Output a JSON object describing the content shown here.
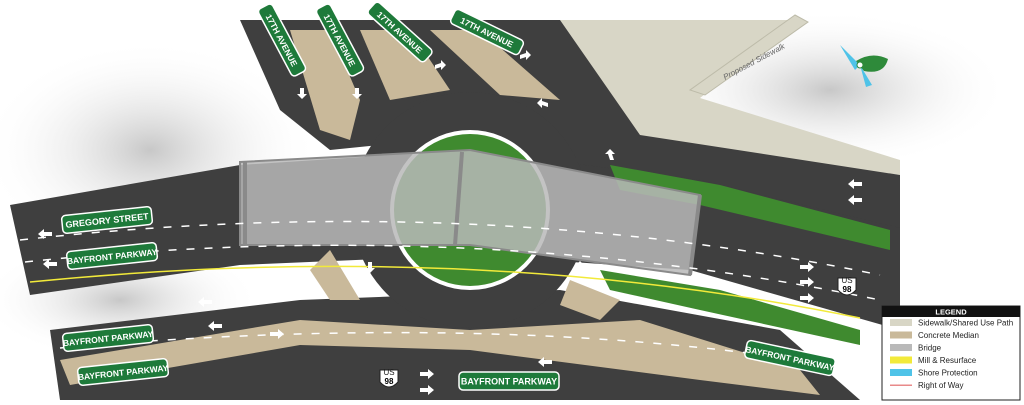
{
  "colors": {
    "road": "#3f3f3f",
    "median": "#c9b99a",
    "grass": "#3f8a2f",
    "bridge": "#b9b9b9",
    "sidewalk": "#d8d6c6",
    "sign": "#1e7a3a",
    "mill": "#f2ea3a",
    "shore": "#4fc3e8",
    "row": "#e88a8a"
  },
  "street_signs": {
    "ave1": "17TH AVENUE",
    "ave2": "17TH AVENUE",
    "ave3": "17TH AVENUE",
    "ave4": "17TH AVENUE",
    "gregory": "GREGORY STREET",
    "bayfront_nw": "BAYFRONT PARKWAY",
    "bayfront_w": "BAYFRONT PARKWAY",
    "bayfront_sw": "BAYFRONT PARKWAY",
    "bayfront_s": "BAYFRONT PARKWAY",
    "bayfront_se": "BAYFRONT PARKWAY"
  },
  "route_shields": [
    "98",
    "98"
  ],
  "route_shield_label": "US",
  "sidewalk_label": "Proposed Sidewalk",
  "legend": {
    "title": "LEGEND",
    "items": [
      {
        "label": "Sidewalk/Shared Use Path",
        "color": "#d8d6c6"
      },
      {
        "label": "Concrete Median",
        "color": "#c9b99a"
      },
      {
        "label": "Bridge",
        "color": "#b9b9b9"
      },
      {
        "label": "Mill & Resurface",
        "color": "#f2ea3a"
      },
      {
        "label": "Shore Protection",
        "color": "#4fc3e8"
      },
      {
        "label": "Right of Way",
        "color": "#e88a8a"
      }
    ]
  },
  "north_arrow_icon": "north-arrow-icon"
}
